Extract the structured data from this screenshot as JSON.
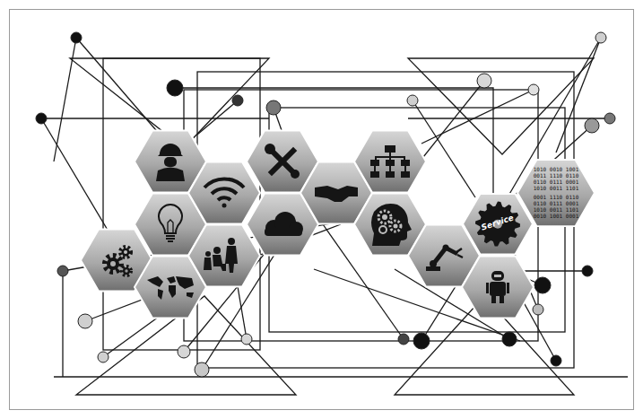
{
  "diagram": {
    "nodes": [
      {
        "text": [
          "Service"
        ]
      },
      {
        "text": [
          "1010 0010 1001 0011 1110 0110 0110 0111 0001 1010 0011 1101",
          "0001 1110 0110 0110 0111 0001 1010 0011 1101 0010 1001 0001"
        ]
      }
    ]
  }
}
